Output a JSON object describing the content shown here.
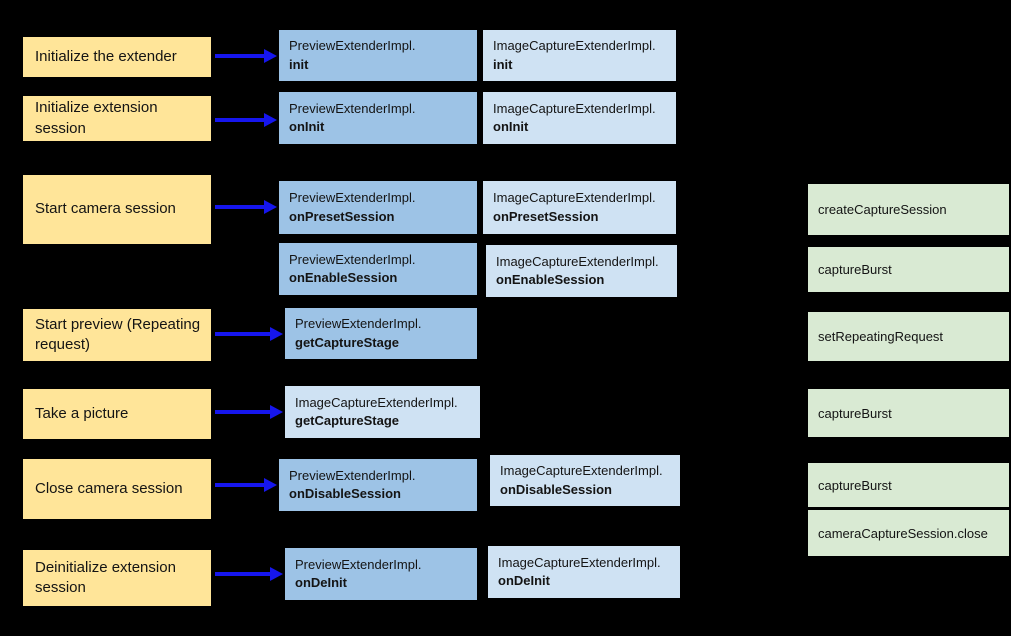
{
  "colors": {
    "canvas_bg": "#000000",
    "step_fill": "#ffe599",
    "preview_fill": "#9dc3e6",
    "image_capture_fill": "#cfe2f3",
    "framework_fill": "#d9ead3",
    "arrow": "#1616ee"
  },
  "steps": [
    {
      "label": "Initialize the extender"
    },
    {
      "label": "Initialize extension session"
    },
    {
      "label": "Start camera session"
    },
    {
      "label": "Start preview (Repeating request)"
    },
    {
      "label": "Take a picture"
    },
    {
      "label": "Close camera session"
    },
    {
      "label": "Deinitialize extension session"
    }
  ],
  "preview_extender_calls": [
    {
      "class_name": "PreviewExtenderImpl.",
      "method": "init"
    },
    {
      "class_name": "PreviewExtenderImpl.",
      "method": "onInit"
    },
    {
      "class_name": "PreviewExtenderImpl.",
      "method": "onPresetSession"
    },
    {
      "class_name": "PreviewExtenderImpl.",
      "method": "onEnableSession"
    },
    {
      "class_name": "PreviewExtenderImpl.",
      "method": "getCaptureStage"
    },
    {
      "class_name": "PreviewExtenderImpl.",
      "method": "onDisableSession"
    },
    {
      "class_name": "PreviewExtenderImpl.",
      "method": "onDeInit"
    }
  ],
  "image_capture_extender_calls": [
    {
      "class_name": "ImageCaptureExtenderImpl.",
      "method": "init"
    },
    {
      "class_name": "ImageCaptureExtenderImpl.",
      "method": "onInit"
    },
    {
      "class_name": "ImageCaptureExtenderImpl.",
      "method": "onPresetSession"
    },
    {
      "class_name": "ImageCaptureExtenderImpl.",
      "method": "onEnableSession"
    },
    {
      "class_name": "ImageCaptureExtenderImpl.",
      "method": "getCaptureStage"
    },
    {
      "class_name": "ImageCaptureExtenderImpl.",
      "method": "onDisableSession"
    },
    {
      "class_name": "ImageCaptureExtenderImpl.",
      "method": "onDeInit"
    }
  ],
  "framework_calls": [
    {
      "label": "createCaptureSession"
    },
    {
      "label": "captureBurst"
    },
    {
      "label": "setRepeatingRequest"
    },
    {
      "label": "captureBurst"
    },
    {
      "label": "captureBurst"
    },
    {
      "label": "cameraCaptureSession.close"
    }
  ]
}
